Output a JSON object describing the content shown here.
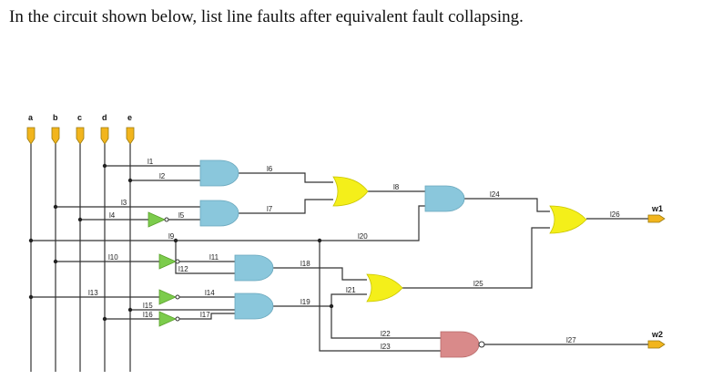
{
  "question": "In the circuit shown below, list line faults after equivalent fault collapsing.",
  "inputs": [
    "a",
    "b",
    "c",
    "d",
    "e"
  ],
  "outputs": [
    "w1",
    "w2"
  ],
  "lines": [
    "l1",
    "l2",
    "l3",
    "l4",
    "l5",
    "l6",
    "l7",
    "l8",
    "l9",
    "l10",
    "l11",
    "l12",
    "l13",
    "l14",
    "l15",
    "l16",
    "l17",
    "l18",
    "l19",
    "l20",
    "l21",
    "l22",
    "l23",
    "l24",
    "l25",
    "l26",
    "l27"
  ],
  "gate_colors": {
    "and": "#8ac7dc",
    "or": "#f4ef1a",
    "nand": "#d98a8a",
    "not": "#7ccc4c",
    "pin": "#f2b51d"
  }
}
